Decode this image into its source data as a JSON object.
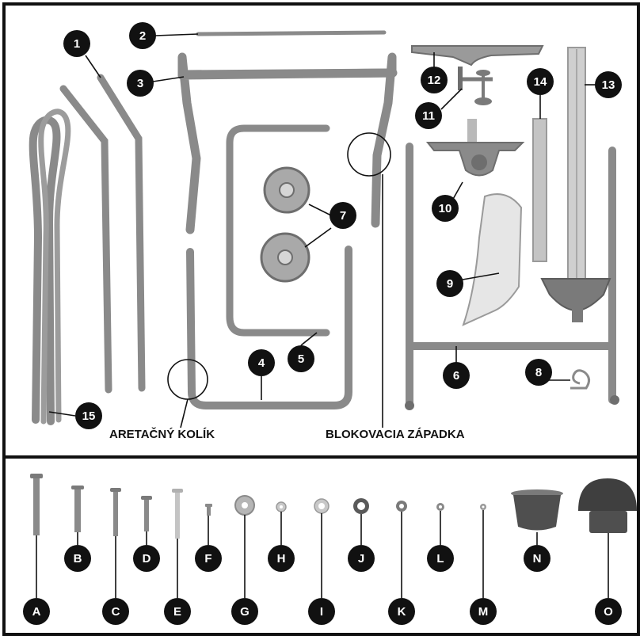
{
  "colors": {
    "frame": "#111111",
    "tube": "#8a8a8a",
    "tube_dark": "#6e6e6e",
    "tube_light": "#b9b9b9",
    "wheel": "#a9a9a9",
    "badge": "#111111",
    "badge_text": "#ffffff"
  },
  "parts_panel": {
    "callouts": [
      "1",
      "2",
      "3",
      "4",
      "5",
      "6",
      "7",
      "8",
      "9",
      "10",
      "11",
      "12",
      "13",
      "14",
      "15"
    ],
    "captions": {
      "locking_pin": "ARETAČNÝ KOLÍK",
      "locking_latch": "BLOKOVACIA ZÁPADKA"
    }
  },
  "hardware_panel": {
    "callouts": [
      "A",
      "B",
      "C",
      "D",
      "E",
      "F",
      "G",
      "H",
      "I",
      "J",
      "K",
      "L",
      "M",
      "N",
      "O"
    ]
  }
}
